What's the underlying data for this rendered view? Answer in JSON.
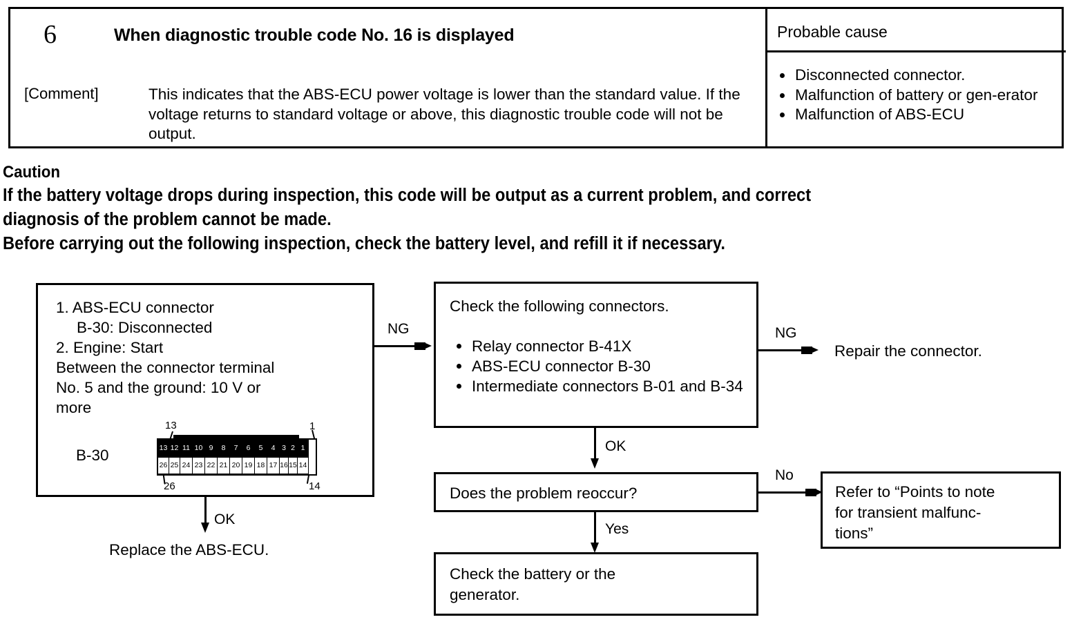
{
  "header": {
    "code_number": "6",
    "title": "When diagnostic trouble code No. 16 is displayed",
    "comment_label": "[Comment]",
    "comment_text": "This indicates that the ABS-ECU power voltage is lower than the standard value. If the voltage returns to standard voltage or above, this diagnostic trouble code will not be output.",
    "probable_cause_title": "Probable cause",
    "probable_causes": [
      "Disconnected connector.",
      "Malfunction of battery or gen-erator",
      "Malfunction of ABS-ECU"
    ]
  },
  "caution": {
    "heading": "Caution",
    "lines": [
      "If the battery voltage drops during inspection, this code will be output as a current problem, and correct",
      "diagnosis of the problem cannot be made.",
      "Before carrying out the following inspection, check the battery level, and refill it if necessary."
    ]
  },
  "flowchart": {
    "box1": {
      "line1": "1. ABS-ECU connector",
      "line2": "B-30: Disconnected",
      "line3": "2. Engine: Start",
      "line4": "Between the connector terminal",
      "line5": "No. 5 and the ground: 10 V or",
      "line6": "more",
      "connector_label": "B-30"
    },
    "connector": {
      "lead_top_left": "13",
      "lead_bottom_left": "26",
      "lead_top_right": "1",
      "lead_bottom_right": "14",
      "top_row": [
        "13",
        "12",
        "11",
        "10",
        "9",
        "8",
        "7",
        "6",
        "5",
        "4",
        "3",
        "2",
        "1"
      ],
      "bottom_row": [
        "26",
        "25",
        "24",
        "23",
        "22",
        "21",
        "20",
        "19",
        "18",
        "17",
        "16",
        "15",
        "14"
      ]
    },
    "box2": {
      "title": "Check the following connectors.",
      "items": [
        "Relay connector B-41X",
        "ABS-ECU connector B-30",
        "Intermediate connectors B-01 and B-34"
      ]
    },
    "box3": {
      "text": "Does the problem reoccur?"
    },
    "box4": {
      "line1": "Check the battery or the",
      "line2": "generator."
    },
    "box5": {
      "line1": "Refer to “Points to note",
      "line2": "for transient malfunc-",
      "line3": "tions”"
    },
    "outcomes": {
      "replace_ecu": "Replace the ABS-ECU.",
      "repair_connector": "Repair the connector."
    },
    "labels": {
      "ng_left": "NG",
      "ng_right": "NG",
      "ok_box1": "OK",
      "ok_box2": "OK",
      "no": "No",
      "yes": "Yes"
    }
  },
  "colors": {
    "ink": "#000000",
    "paper": "#ffffff"
  }
}
